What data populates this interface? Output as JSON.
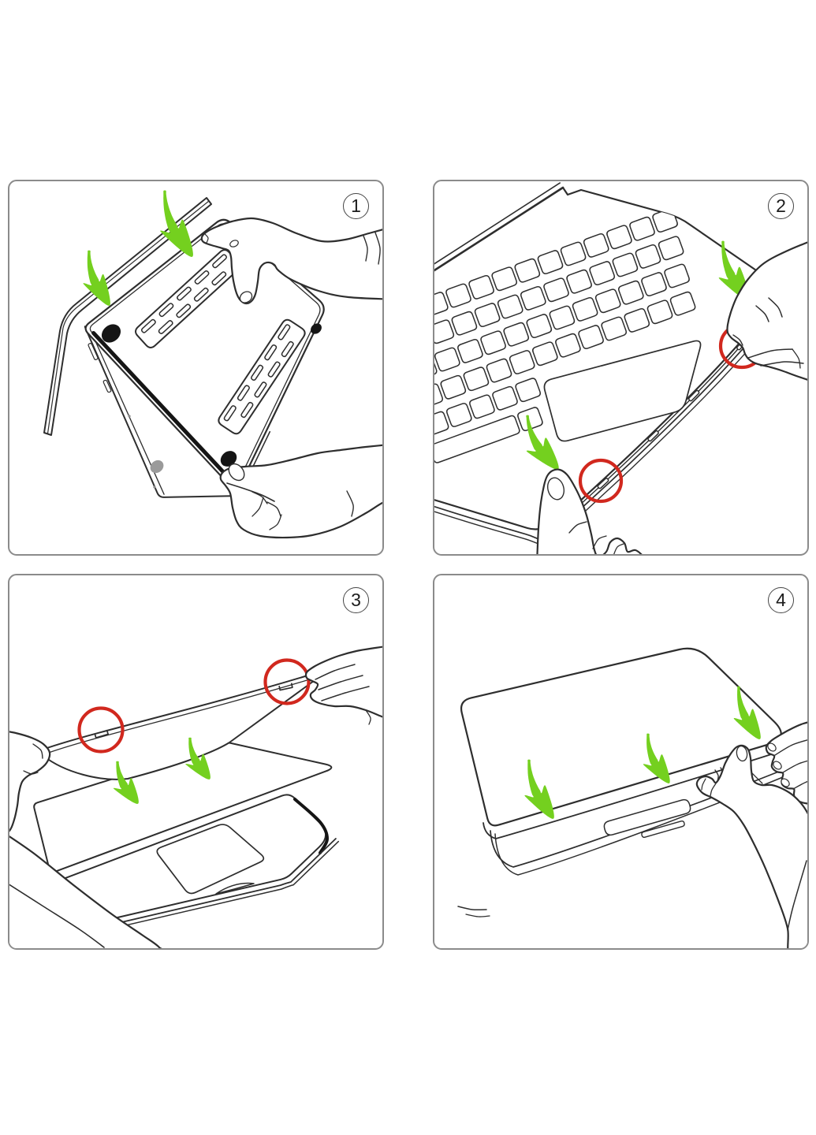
{
  "page": {
    "background": "#ffffff"
  },
  "panel_style": {
    "border_color": "#8b8b8b",
    "fill": "#ffffff"
  },
  "colors": {
    "line": "#2e2e2e",
    "line_dark": "#151515",
    "green": "#74d01f",
    "red": "#d1281e",
    "gray_foot": "#9a9a9a",
    "badge_border": "#454545",
    "badge_text": "#1c1c1c"
  },
  "steps": [
    {
      "number": "1",
      "illustration": "attach-bottom-case-illustration"
    },
    {
      "number": "2",
      "illustration": "snap-front-edge-clips-illustration"
    },
    {
      "number": "3",
      "illustration": "attach-top-cover-illustration"
    },
    {
      "number": "4",
      "illustration": "press-edges-to-finish-illustration"
    }
  ]
}
